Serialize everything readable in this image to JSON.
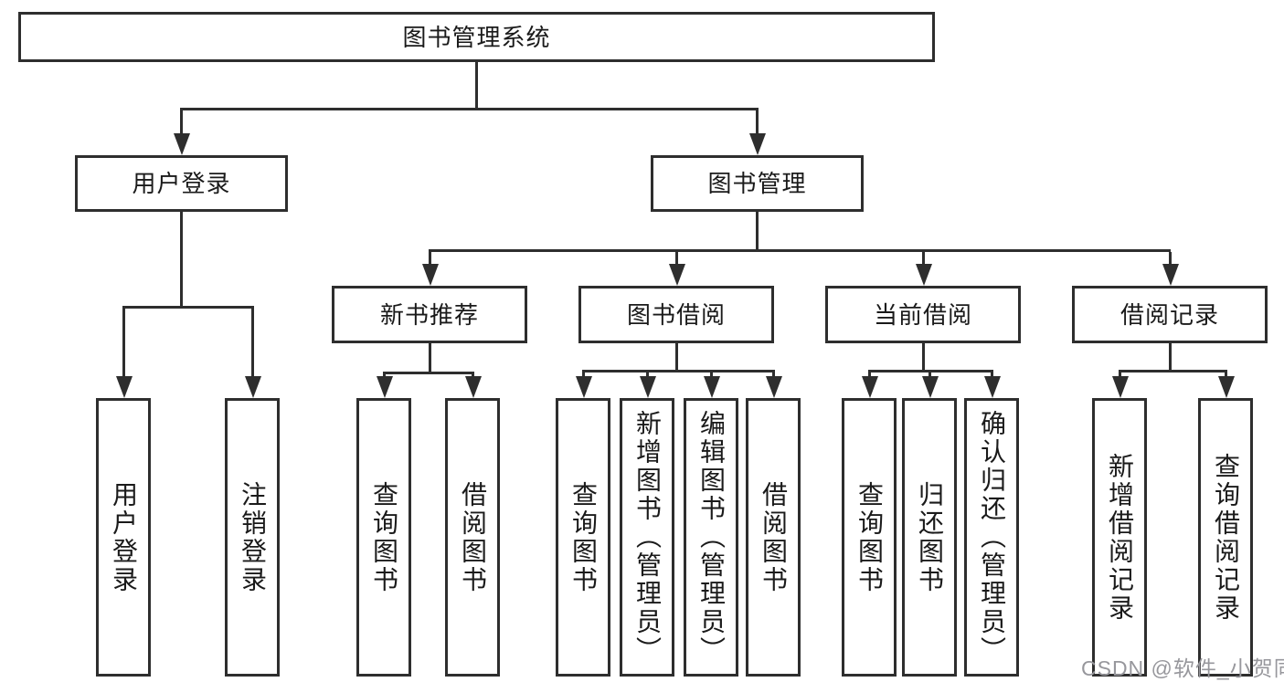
{
  "nodes": {
    "root": {
      "label": "图书管理系统"
    },
    "branches": [
      {
        "label": "用户登录",
        "children": [
          {
            "label": "用户登录"
          },
          {
            "label": "注销登录"
          }
        ]
      },
      {
        "label": "图书管理",
        "children": [
          {
            "label": "新书推荐",
            "children": [
              {
                "label": "查询图书"
              },
              {
                "label": "借阅图书"
              }
            ]
          },
          {
            "label": "图书借阅",
            "children": [
              {
                "label": "查询图书"
              },
              {
                "label": "新增图书（管理员）"
              },
              {
                "label": "编辑图书（管理员）"
              },
              {
                "label": "借阅图书"
              }
            ]
          },
          {
            "label": "当前借阅",
            "children": [
              {
                "label": "查询图书"
              },
              {
                "label": "归还图书"
              },
              {
                "label": "确认归还（管理员）"
              }
            ]
          },
          {
            "label": "借阅记录",
            "children": [
              {
                "label": "新增借阅记录"
              },
              {
                "label": "查询借阅记录"
              }
            ]
          }
        ]
      }
    ]
  },
  "watermark": "CSDN @软件_小贺同学",
  "colors": {
    "line": "#2e2e2e",
    "text": "#1a1a1a",
    "background": "#ffffff",
    "watermark": "#97979c"
  }
}
